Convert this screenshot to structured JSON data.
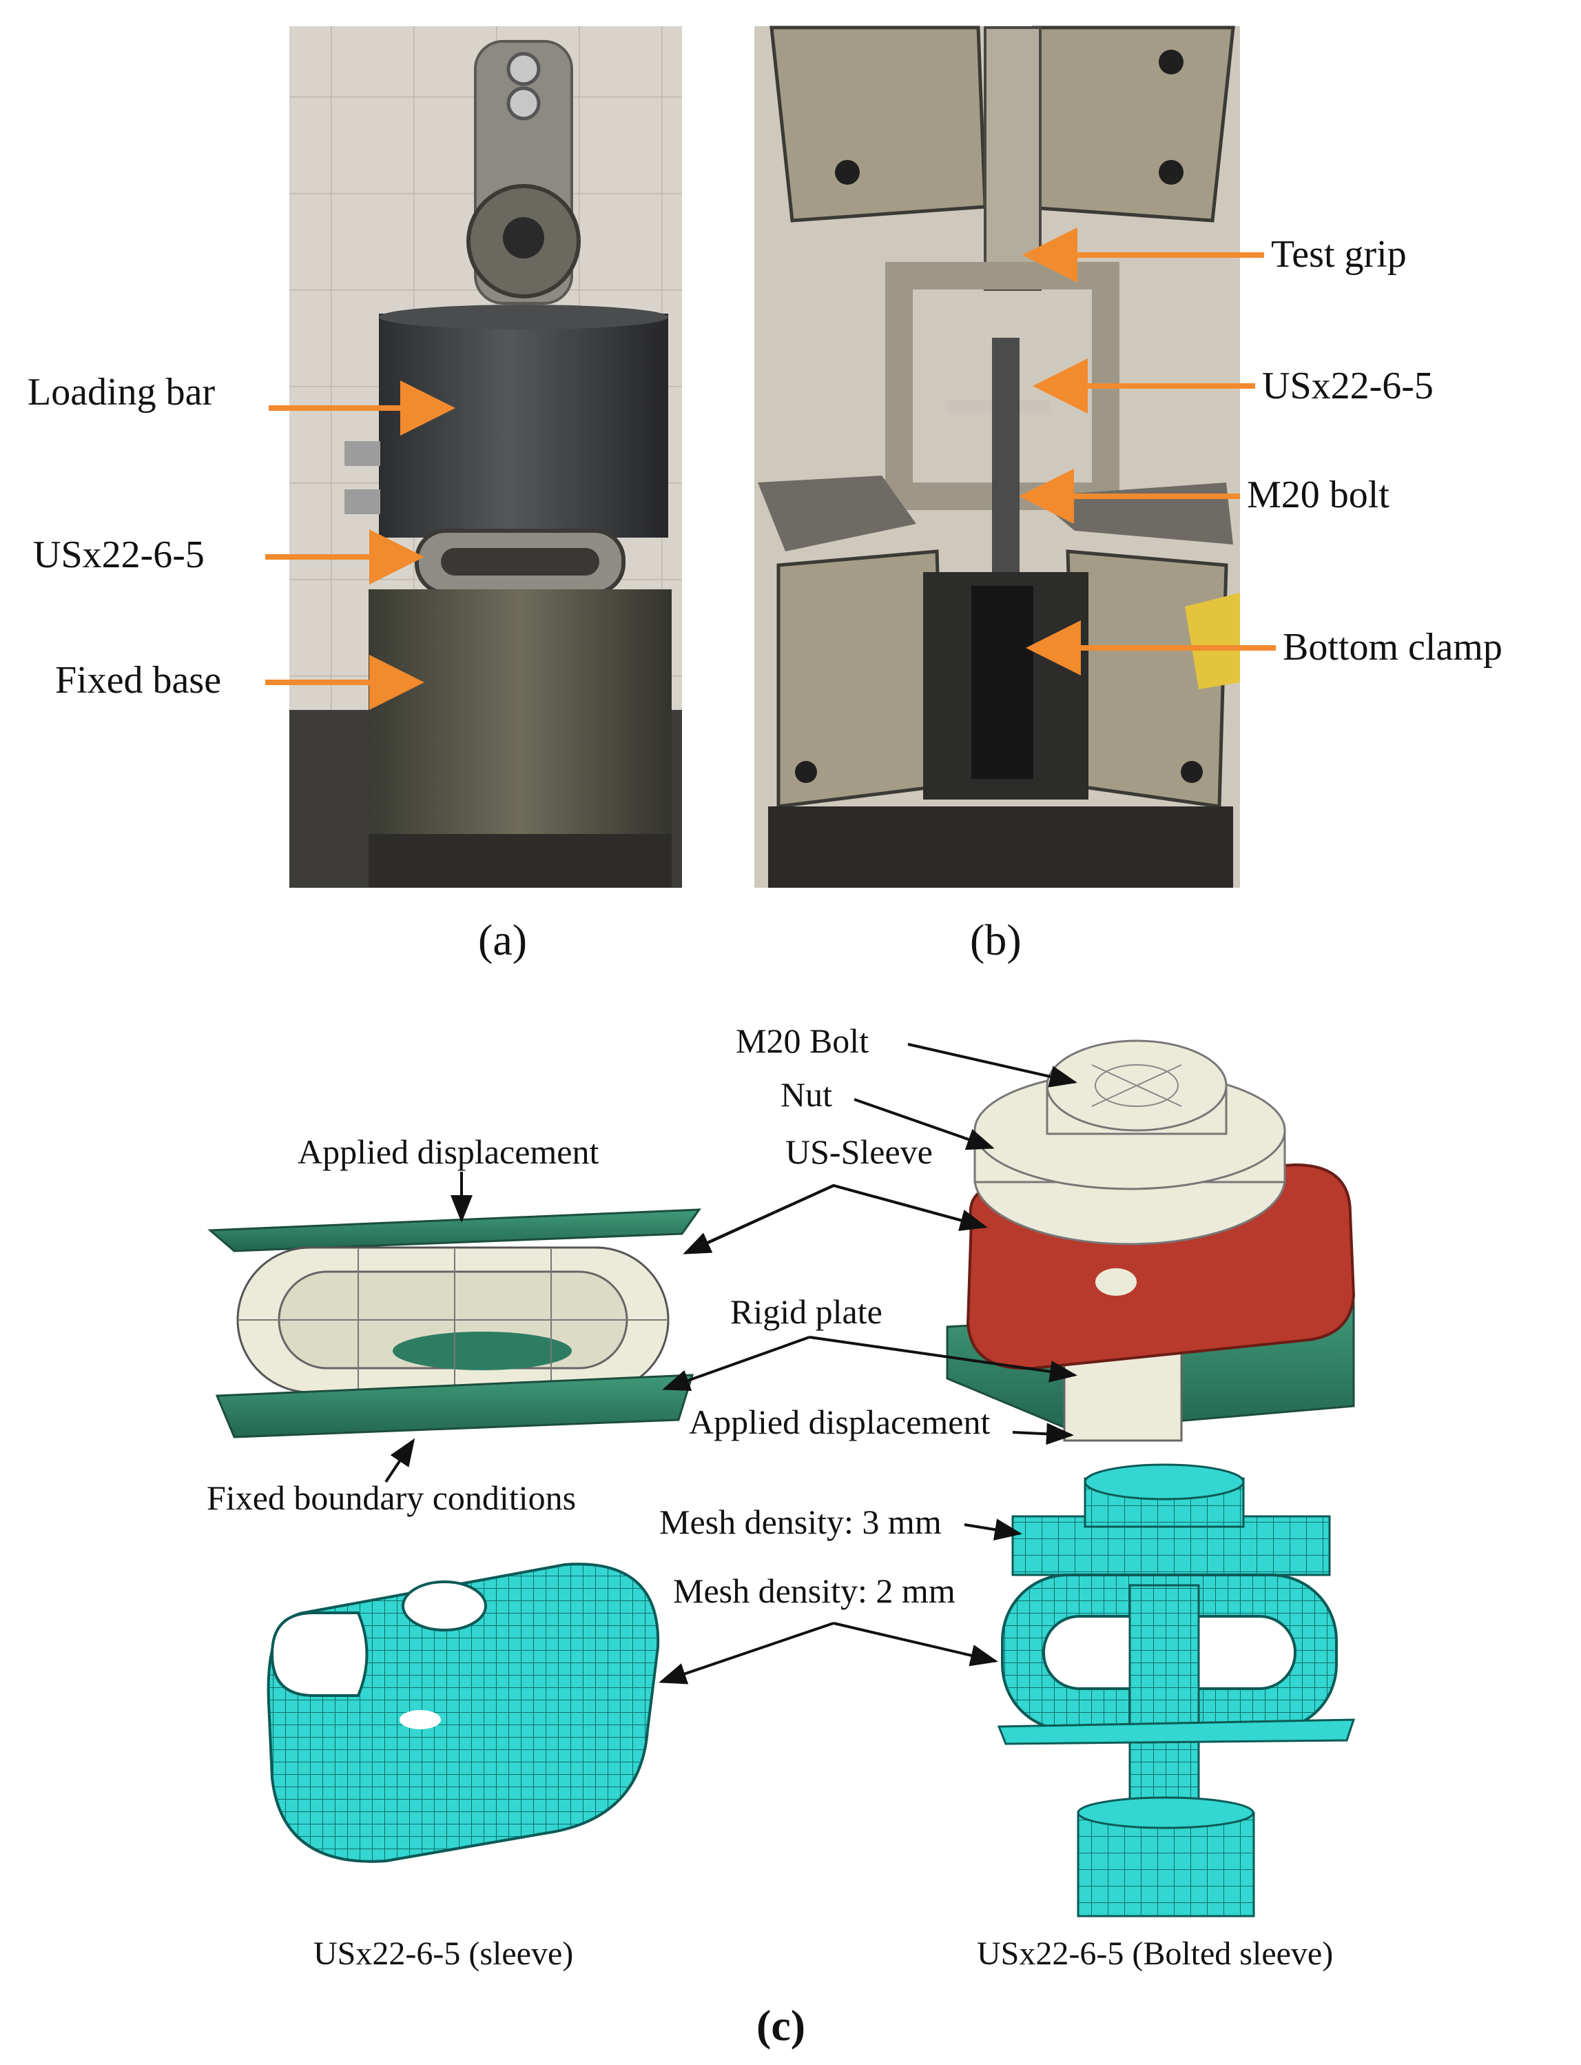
{
  "panel_a": {
    "caption": "(a)",
    "labels": {
      "loading_bar": "Loading bar",
      "specimen": "USx22-6-5",
      "fixed_base": "Fixed base"
    }
  },
  "panel_b": {
    "caption": "(b)",
    "labels": {
      "test_grip": "Test grip",
      "specimen": "USx22-6-5",
      "bolt": "M20 bolt",
      "bottom_clamp": "Bottom clamp"
    }
  },
  "panel_c": {
    "caption": "(c)",
    "labels": {
      "applied_displacement_top": "Applied displacement",
      "m20_bolt": "M20 Bolt",
      "nut": "Nut",
      "us_sleeve": "US-Sleeve",
      "rigid_plate": "Rigid plate",
      "applied_displacement_bottom": "Applied displacement",
      "fixed_boundary": "Fixed boundary conditions",
      "mesh_3mm": "Mesh density: 3 mm",
      "mesh_2mm": "Mesh density: 2 mm",
      "sleeve_caption": "USx22-6-5 (sleeve)",
      "bolted_caption": "USx22-6-5 (Bolted sleeve)"
    }
  },
  "colors": {
    "arrow_orange": "#f28a2e",
    "plate_green": "#2e7d63",
    "sleeve_cream": "#ecebd9",
    "sleeve_red": "#b83a2c",
    "mesh_cyan": "#33d6d0"
  }
}
